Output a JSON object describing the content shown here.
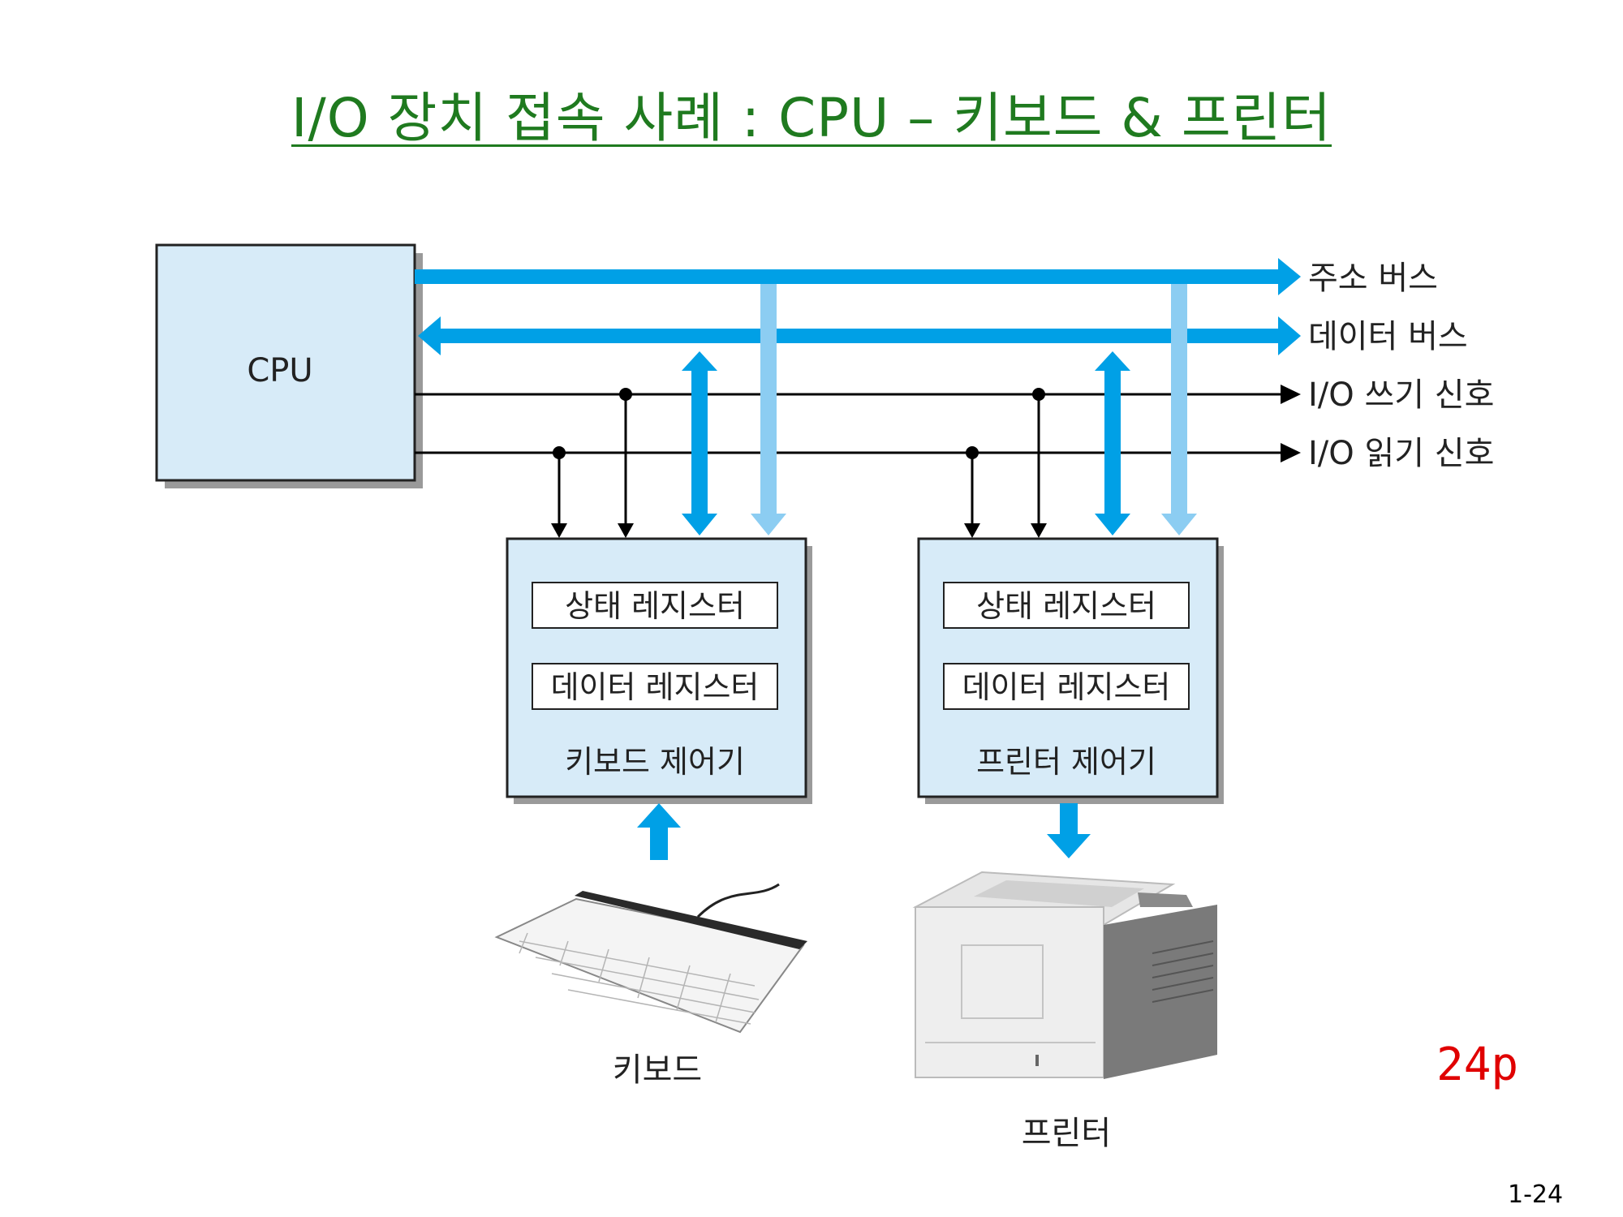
{
  "title": "I/O 장치 접속 사례 : CPU – 키보드 & 프린터",
  "cpu_label": "CPU",
  "bus_labels": {
    "address_bus": "주소 버스",
    "data_bus": "데이터 버스",
    "io_write": "I/O 쓰기 신호",
    "io_read": "I/O 읽기 신호"
  },
  "keyboard_controller": {
    "status_register": "상태 레지스터",
    "data_register": "데이터 레지스터",
    "name": "키보드 제어기"
  },
  "printer_controller": {
    "status_register": "상태 레지스터",
    "data_register": "데이터 레지스터",
    "name": "프린터 제어기"
  },
  "keyboard_label": "키보드",
  "printer_label": "프린터",
  "page_tag": "24p",
  "page_number": "1-24",
  "colors": {
    "title": "#1f7a1f",
    "bus_blue": "#00a0e6",
    "bus_light_blue": "#8ccdf2",
    "box_fill": "#d7ebf8",
    "page_tag": "#e00000"
  }
}
